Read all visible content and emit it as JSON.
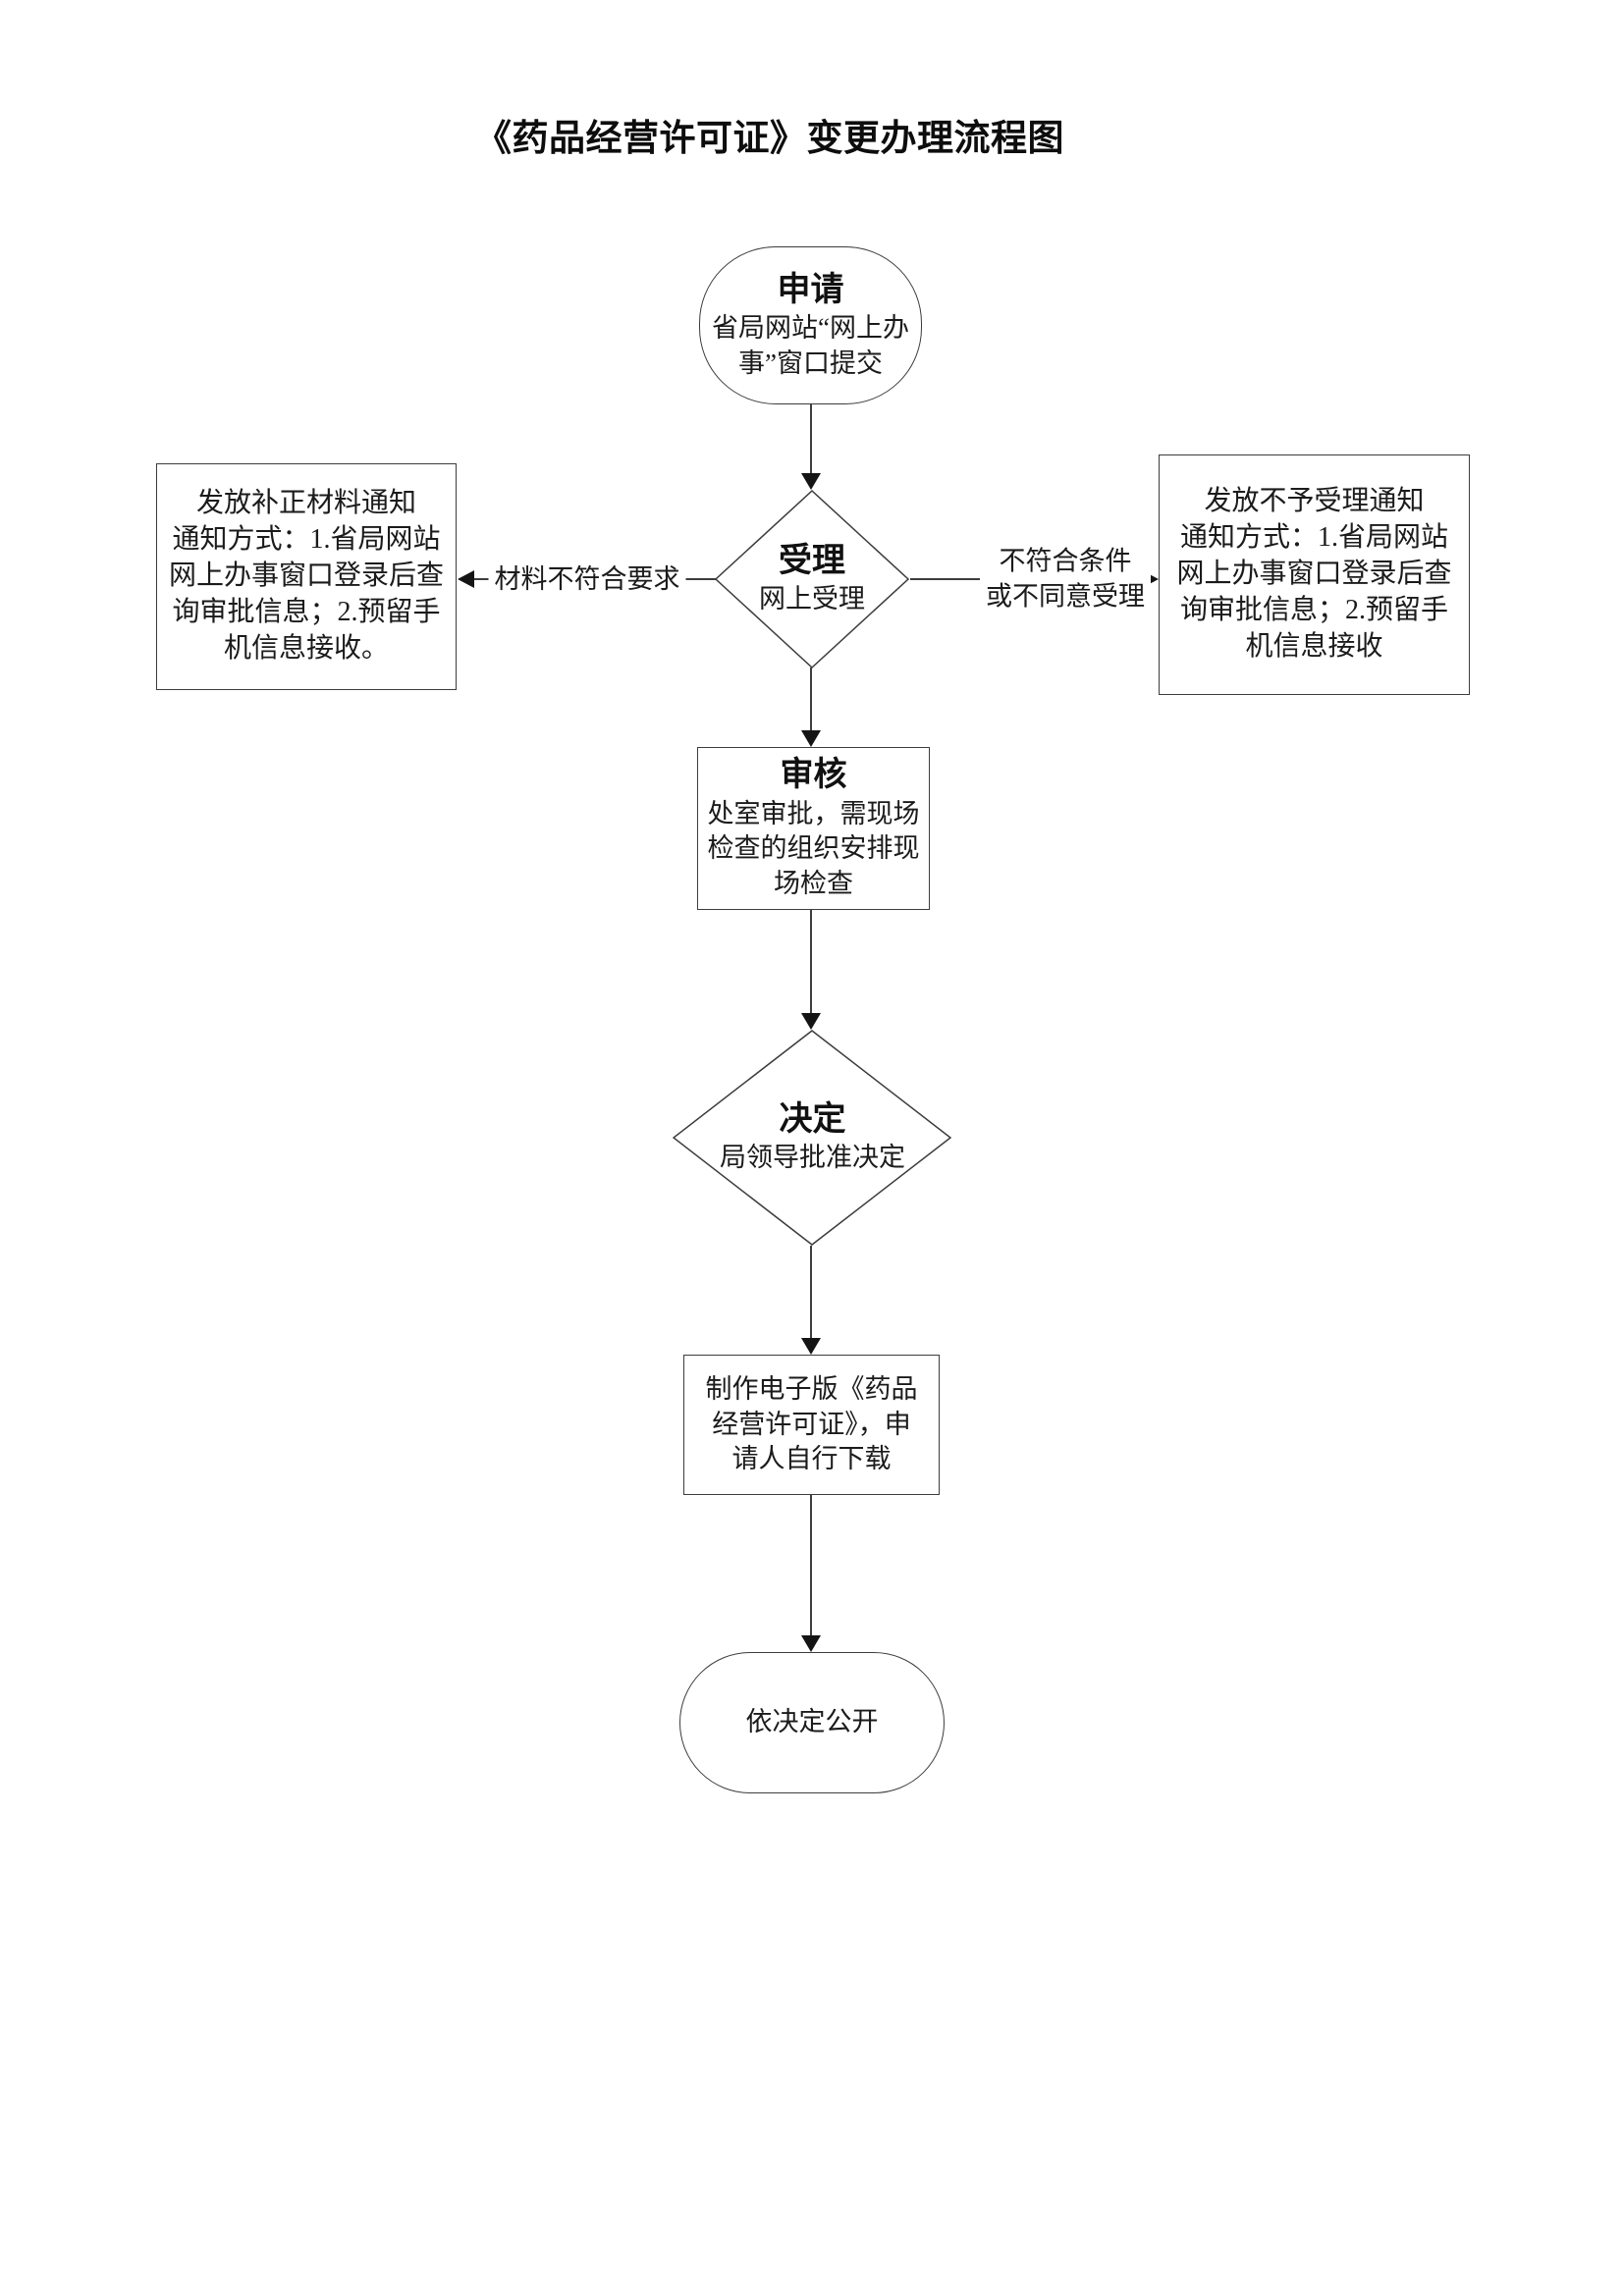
{
  "title": "《药品经营许可证》变更办理流程图",
  "nodes": {
    "apply": {
      "heading": "申请",
      "desc": "省局网站“网上办\n事”窗口提交"
    },
    "accept": {
      "heading": "受理",
      "desc": "网上受理"
    },
    "supplement_notice": {
      "heading": "发放补正材料通知",
      "body": "通知方式：1.省局网站\n网上办事窗口登录后查\n询审批信息；2.预留手\n机信息接收。"
    },
    "reject_notice": {
      "heading": "发放不予受理通知",
      "body": "通知方式：1.省局网站\n网上办事窗口登录后查\n询审批信息；2.预留手\n机信息接收"
    },
    "review": {
      "heading": "审核",
      "desc": "处室审批，需现场\n检查的组织安排现\n场检查"
    },
    "decision": {
      "heading": "决定",
      "desc": "局领导批准决定"
    },
    "license": {
      "text": "制作电子版《药品\n经营许可证》，申\n请人自行下载"
    },
    "publish": {
      "text": "依决定公开"
    }
  },
  "edges": {
    "material_not_conforming": "材料不符合要求",
    "conditions_not_met": "不符合条件\n或不同意受理"
  },
  "colors": {
    "background": "#ffffff",
    "stroke": "#3d3d3d",
    "arrow": "#141414",
    "text": "#1b1b1b"
  }
}
